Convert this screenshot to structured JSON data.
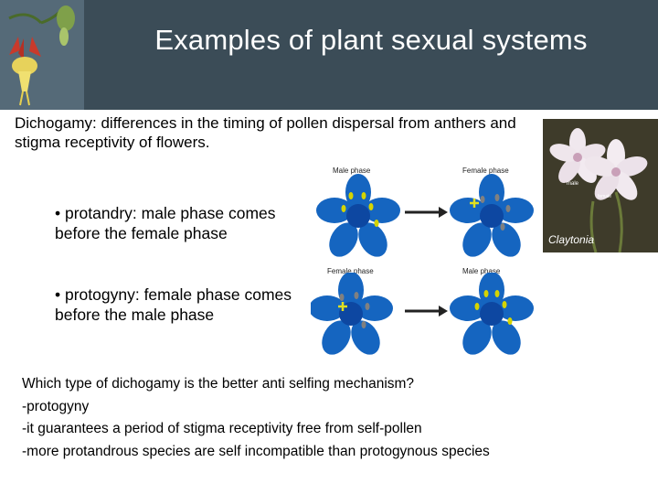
{
  "slide": {
    "title": "Examples of plant sexual systems",
    "intro": "Dichogamy: differences in the timing of pollen dispersal from anthers and stigma receptivity of flowers.",
    "bullets": [
      "• protandry: male phase comes before the female phase",
      "• protogyny: female phase comes before the male phase"
    ],
    "diagram_rows": [
      {
        "left_label": "Male phase",
        "right_label": "Female phase"
      },
      {
        "left_label": "Female phase",
        "right_label": "Male phase"
      }
    ],
    "photo": {
      "caption": "Claytonia",
      "inset_label_male": "male",
      "inset_label_female": "female"
    },
    "qa_lines": [
      "Which type of dichogamy is the better anti selfing mechanism?",
      "-protogyny",
      "-it guarantees a period of stigma receptivity free from self-pollen",
      "-more protandrous species are self incompatible than protogynous species"
    ],
    "colors": {
      "header": "#3b4c57",
      "flower": "#1565c0",
      "anther": "#d4d400",
      "stigma_mark": "#808080"
    }
  }
}
